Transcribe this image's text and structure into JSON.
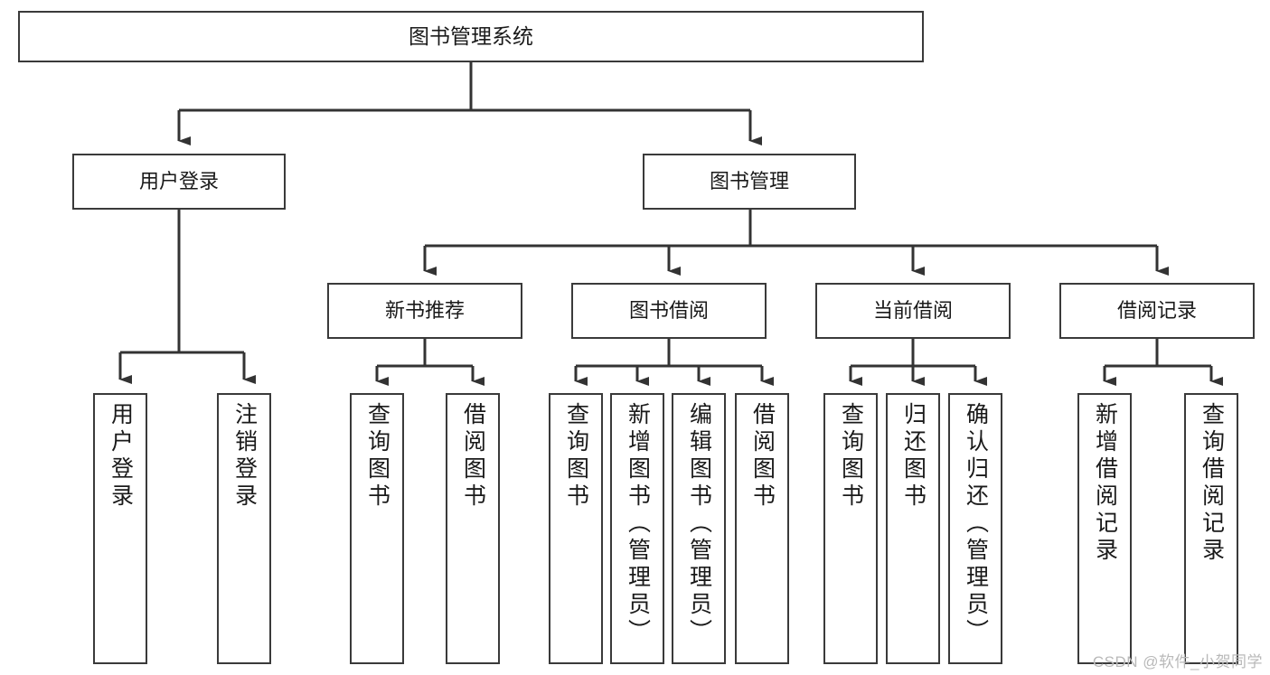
{
  "diagram": {
    "title": "图书管理系统",
    "type": "hierarchy-tree",
    "root": {
      "id": "root",
      "label": "图书管理系统"
    },
    "level2": [
      {
        "id": "user-login",
        "label": "用户登录"
      },
      {
        "id": "book-mgmt",
        "label": "图书管理"
      }
    ],
    "level3": [
      {
        "id": "new-book-rec",
        "label": "新书推荐"
      },
      {
        "id": "book-borrow",
        "label": "图书借阅"
      },
      {
        "id": "current-borrow",
        "label": "当前借阅"
      },
      {
        "id": "borrow-record",
        "label": "借阅记录"
      }
    ],
    "leaves": {
      "user_login": [
        {
          "id": "leaf-user-login",
          "label": "用户登录"
        },
        {
          "id": "leaf-logout",
          "label": "注销登录"
        }
      ],
      "new_book_rec": [
        {
          "id": "leaf-query-book-1",
          "label": "查询图书"
        },
        {
          "id": "leaf-borrow-book-1",
          "label": "借阅图书"
        }
      ],
      "book_borrow": [
        {
          "id": "leaf-query-book-2",
          "label": "查询图书"
        },
        {
          "id": "leaf-add-book",
          "label": "新增图书（管理员）"
        },
        {
          "id": "leaf-edit-book",
          "label": "编辑图书（管理员）"
        },
        {
          "id": "leaf-borrow-book-2",
          "label": "借阅图书"
        }
      ],
      "current_borrow": [
        {
          "id": "leaf-query-book-3",
          "label": "查询图书"
        },
        {
          "id": "leaf-return-book",
          "label": "归还图书"
        },
        {
          "id": "leaf-confirm-return",
          "label": "确认归还（管理员）"
        }
      ],
      "borrow_record": [
        {
          "id": "leaf-add-record",
          "label": "新增借阅记录"
        },
        {
          "id": "leaf-query-record",
          "label": "查询借阅记录"
        }
      ]
    }
  },
  "colors": {
    "border": "#3a3a3a",
    "text": "#1a1a1a",
    "background": "#ffffff",
    "wire": "#333333",
    "watermark": "#b9b9b9"
  },
  "watermark": {
    "text": "CSDN @软件_小贺同学"
  }
}
